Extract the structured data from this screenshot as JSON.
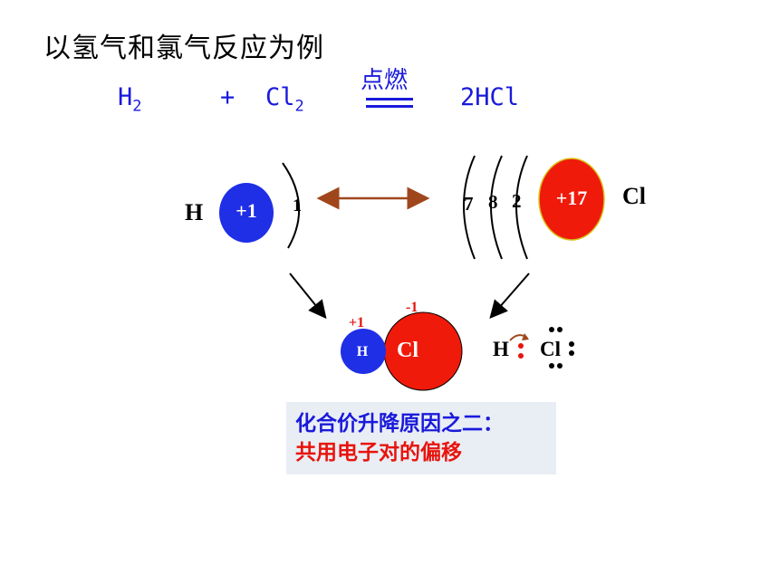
{
  "title": "以氢气和氯气反应为例",
  "equation": {
    "h2": "H",
    "h2_sub": "2",
    "plus": "+",
    "cl2": "Cl",
    "cl2_sub": "2",
    "condition": "点燃",
    "product": "2HCl"
  },
  "hydrogen": {
    "symbol": "H",
    "nucleus": "+1",
    "shell_electrons": "1"
  },
  "chlorine": {
    "symbol": "Cl",
    "nucleus": "+17",
    "shells": [
      "7",
      "8",
      "2"
    ]
  },
  "molecule": {
    "h_label": "H",
    "cl_label": "Cl",
    "h_charge": "+1",
    "cl_charge": "-1"
  },
  "lewis": {
    "h": "H",
    "cl": "Cl"
  },
  "info": {
    "line1": "化合价升降原因之二：",
    "line2": "共用电子对的偏移"
  },
  "colors": {
    "blue": "#1f2fe6",
    "red": "#e8140c",
    "arrow_brown": "#a0461c",
    "accent_text": "#1a1adb"
  }
}
